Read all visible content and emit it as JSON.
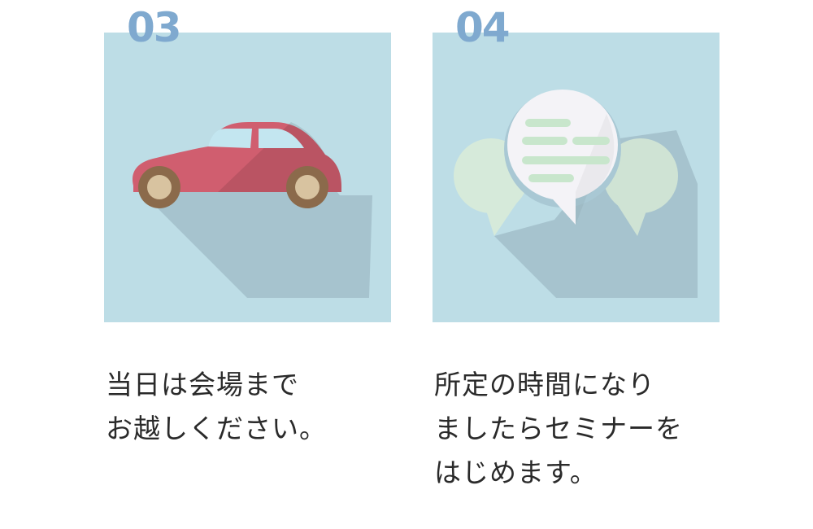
{
  "steps": [
    {
      "number": "03",
      "icon": "car-icon",
      "lines": [
        "当日は会場まで",
        "お越しください。"
      ]
    },
    {
      "number": "04",
      "icon": "speech-bubbles-icon",
      "lines": [
        "所定の時間になり",
        "ましたらセミナーを",
        "はじめます。"
      ]
    }
  ],
  "colors": {
    "tile": "#bddde6",
    "shadow": "#a6c3ce",
    "number": "#7fa9cf",
    "car_body": "#d05e6f",
    "car_window": "#c3e6f0",
    "wheel": "#8b6a4b",
    "hub": "#d8c3a0",
    "bubble_main": "#f4f3f7",
    "bubble_side": "#d6eada",
    "bubble_lines": "#c8e6cc",
    "text": "#2a2a2a"
  }
}
